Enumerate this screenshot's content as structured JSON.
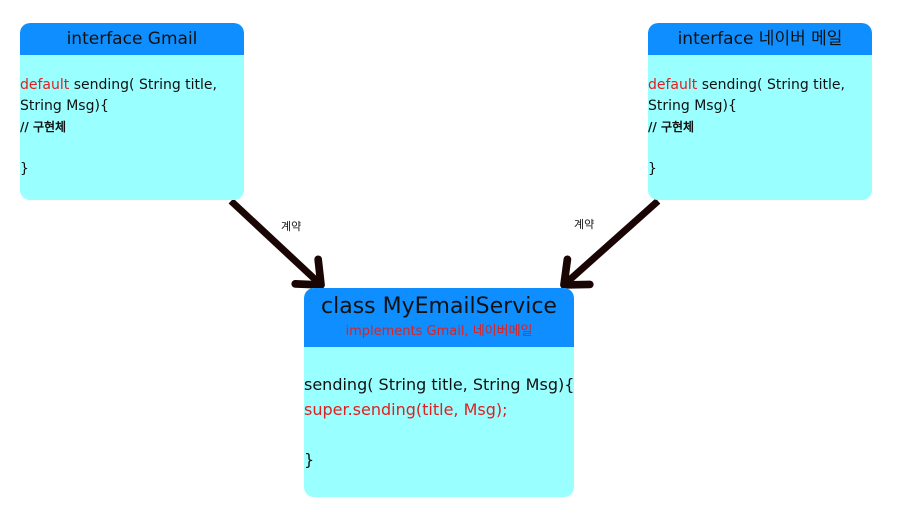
{
  "interfaces": [
    {
      "title": "interface Gmail",
      "method_keyword": "default",
      "method_line1": " sending( String title,",
      "method_line2": "String Msg){",
      "comment": "// 구현체",
      "close": "}"
    },
    {
      "title": "interface 네이버 메일",
      "method_keyword": "default",
      "method_line1": " sending( String title,",
      "method_line2": "String Msg){",
      "comment": "// 구현체",
      "close": "}"
    }
  ],
  "class_box": {
    "title": "class MyEmailService",
    "implements": "implements Gmail, 네이버메일",
    "method_line": "sending( String title, String Msg){",
    "super_call": "super.sending(title, Msg);",
    "close": "}"
  },
  "edges": [
    {
      "label": "계약"
    },
    {
      "label": "계약"
    }
  ],
  "colors": {
    "header": "#0f8fff",
    "body": "#99ffff",
    "keyword": "#e02020",
    "arrow": "#1a0505"
  }
}
